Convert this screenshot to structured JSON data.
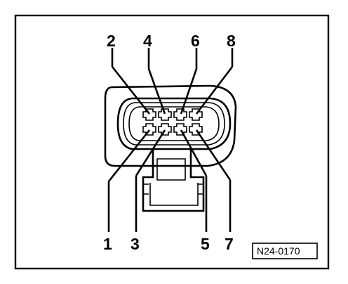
{
  "pin_labels_top": [
    "2",
    "4",
    "6",
    "8"
  ],
  "pin_labels_bottom": [
    "1",
    "3",
    "5",
    "7"
  ],
  "reference_code": "N24-0170"
}
